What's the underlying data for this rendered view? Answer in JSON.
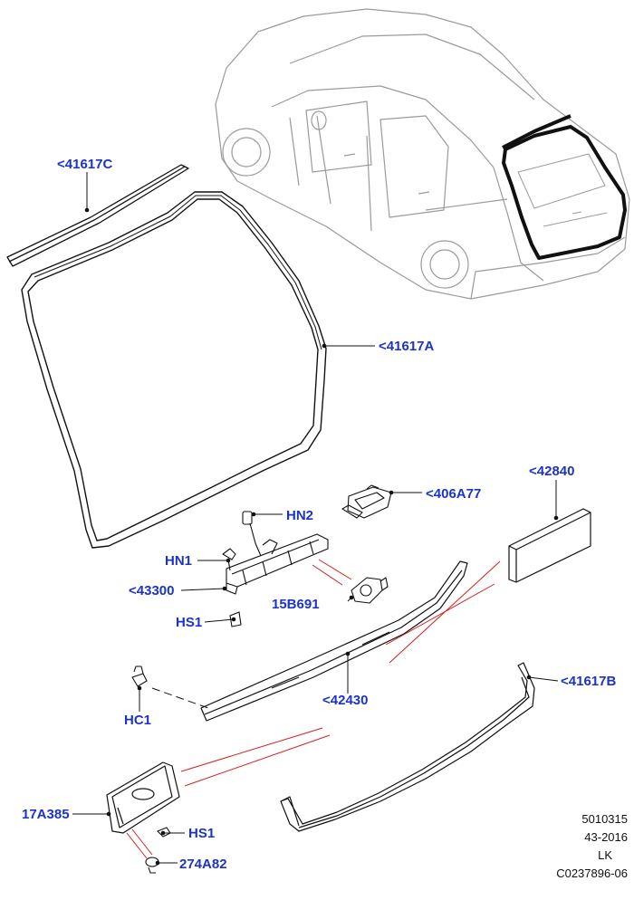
{
  "callouts": {
    "c41617C": "<41617C",
    "c41617A": "<41617A",
    "c406A77": "<406A77",
    "c42840": "<42840",
    "HN2": "HN2",
    "HN1": "HN1",
    "c43300": "<43300",
    "c15B691": "15B691",
    "HS1_upper": "HS1",
    "c42430": "<42430",
    "c41617B": "<41617B",
    "HC1": "HC1",
    "c17A385": "17A385",
    "HS1_lower": "HS1",
    "c274A82": "274A82"
  },
  "reference": {
    "code": "5010315",
    "date": "43-2016",
    "region": "LK",
    "illustration": "C0237896-06"
  },
  "colors": {
    "callout": "#1c33c8",
    "leader": "#d81e1e",
    "line": "#111111",
    "vehicle": "#9a9a9a"
  }
}
